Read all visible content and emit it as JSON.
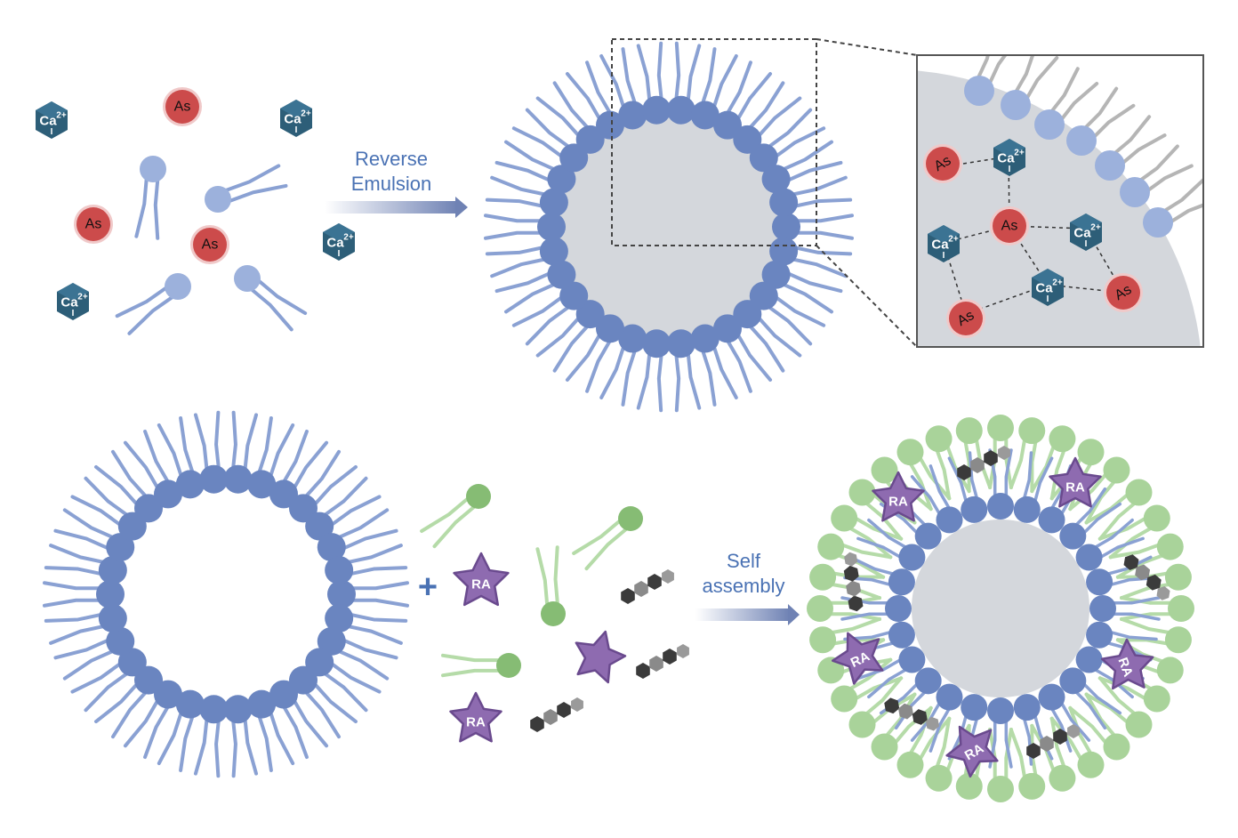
{
  "labels": {
    "reverse_emulsion_1": "Reverse",
    "reverse_emulsion_2": "Emulsion",
    "self_assembly_1": "Self",
    "self_assembly_2": "assembly",
    "plus": "+"
  },
  "chips": {
    "arsenic": "As",
    "calcium": "Ca",
    "calcium_charge": "2+",
    "drug": "RA"
  },
  "colors": {
    "lipid_blue": "#6a85c0",
    "tail_blue": "#8aa1d3",
    "lipid_blue_light": "#9cb1dc",
    "lipid_green": "#a9d39a",
    "tail_green": "#b5dba8",
    "arsenic_red": "#cc4b4b",
    "calcium_teal": "#2d5e78",
    "core_gray": "#d4d7dc",
    "star_purple": "#8e6bb0",
    "hex_dark": "#3b3b3b",
    "hex_gray": "#8a8a8a"
  },
  "icons": [
    "arsenic-ion",
    "calcium-ion-cube",
    "phospholipid",
    "retinoic-acid-star",
    "cholesterol-hexagons",
    "arrow"
  ]
}
